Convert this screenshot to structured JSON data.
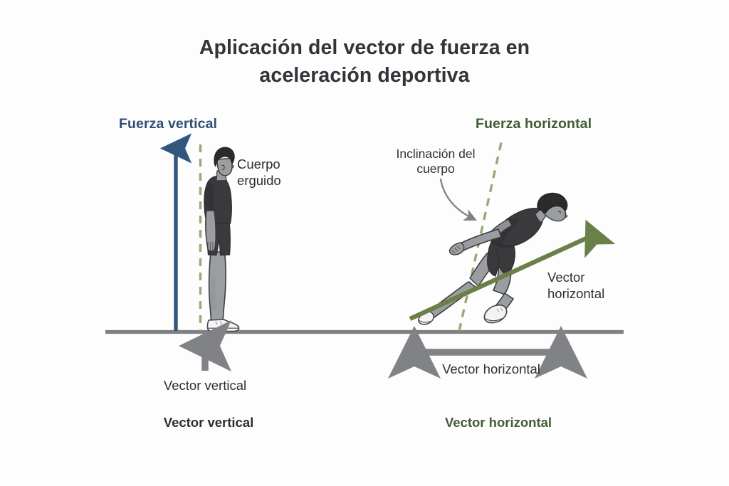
{
  "page": {
    "title": "Aplicación del vector de fuerza en aceleración deportiva",
    "title_line1": "Aplicación del vector de fuerza en",
    "title_line2": "aceleración deportiva",
    "background_color": "#fdfdfd"
  },
  "colors": {
    "title": "#33343a",
    "vertical_force_blue": "#2e4f77",
    "vertical_arrow_blue": "#31577f",
    "horizontal_force_green": "#3f5c33",
    "horizontal_arrow_green": "#6b8048",
    "dashed_guide_green": "#9aa878",
    "ground_gray": "#7f8083",
    "annotation_gray": "#808285",
    "body_text": "#2f2f33",
    "skin": "#9b9ea0",
    "clothing_dark": "#3a3a3c",
    "shoe_white": "#f4f4f4"
  },
  "left_panel": {
    "heading": "Fuerza vertical",
    "body_annotation": "Cuerpo\nerguido",
    "body_annotation_line1": "Cuerpo",
    "body_annotation_line2": "erguido",
    "ground_vector_caption": "Vector vertical",
    "footer_caption": "Vector vertical",
    "figure_pose": "standing-upright-side-view",
    "guide_line": "vertical-dashed-green"
  },
  "right_panel": {
    "heading": "Fuerza horizontal",
    "body_annotation": "Inclinación del\ncuerpo",
    "body_annotation_line1": "Inclinación del",
    "body_annotation_line2": "cuerpo",
    "arrow_caption": "Vector\nhorizontal",
    "arrow_caption_line1": "Vector",
    "arrow_caption_line2": "horizontal",
    "ground_vector_caption": "Vector horizontal",
    "footer_caption": "Vector horizontal",
    "figure_pose": "sprinting-forward-lean-side-view",
    "guide_line": "inclined-dashed-green"
  },
  "diagram": {
    "ground_line_label": "ground-reference-line",
    "vertical_arrow_direction": "up",
    "horizontal_arrow_direction": "up-right",
    "ground_vertical_arrow_direction": "up",
    "ground_horizontal_arrow_direction": "double-headed-horizontal",
    "lean_callout_arrow": "curved-down-right"
  }
}
